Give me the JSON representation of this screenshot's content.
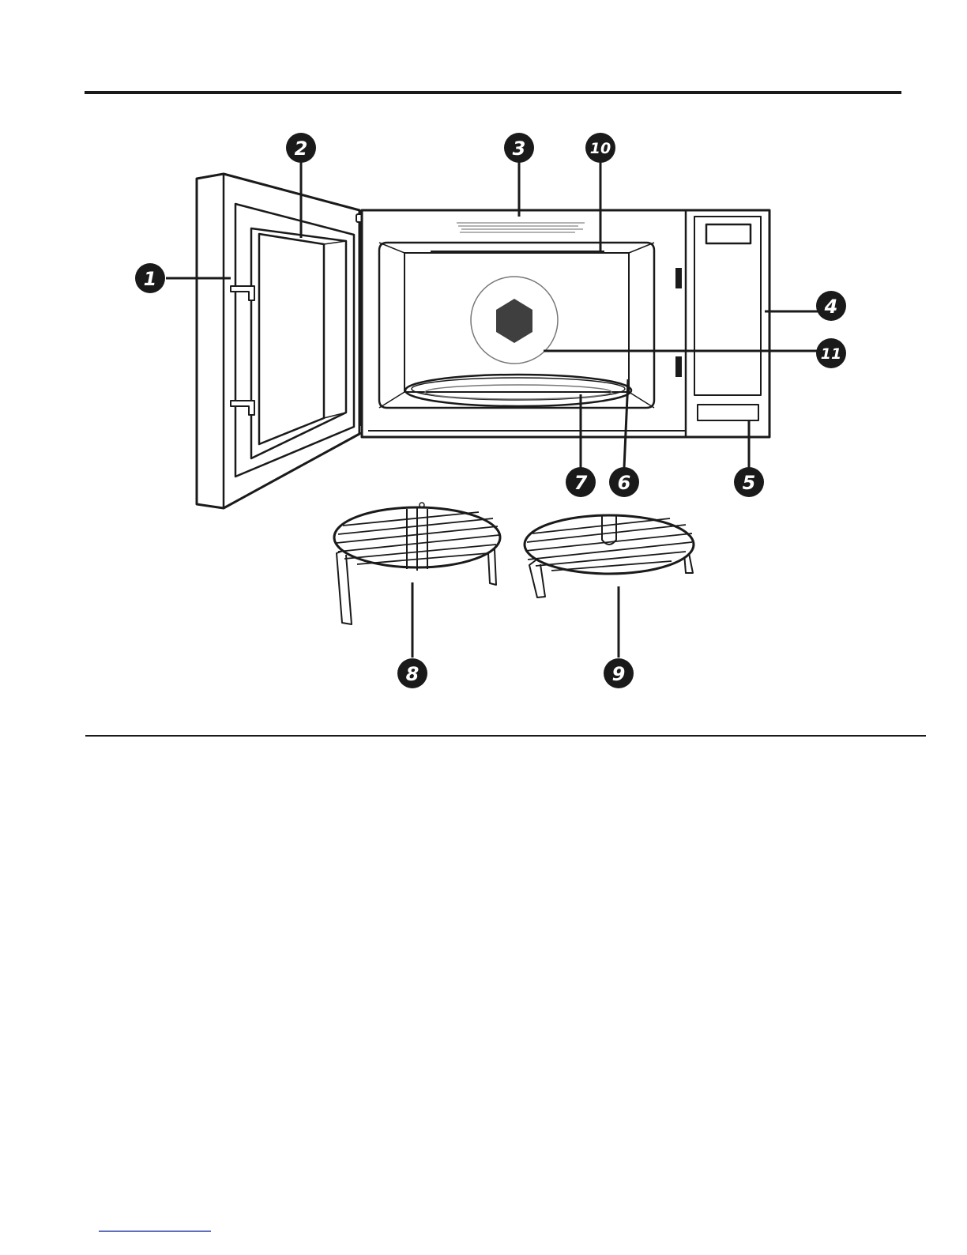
{
  "figure": {
    "description_hidden": "",
    "callouts": [
      "1",
      "2",
      "3",
      "4",
      "5",
      "6",
      "7",
      "8",
      "9",
      "10",
      "11"
    ]
  },
  "colors": {
    "ink": "#1a1a1a",
    "paper": "#ffffff",
    "footer_link": "#2b3fa8"
  }
}
